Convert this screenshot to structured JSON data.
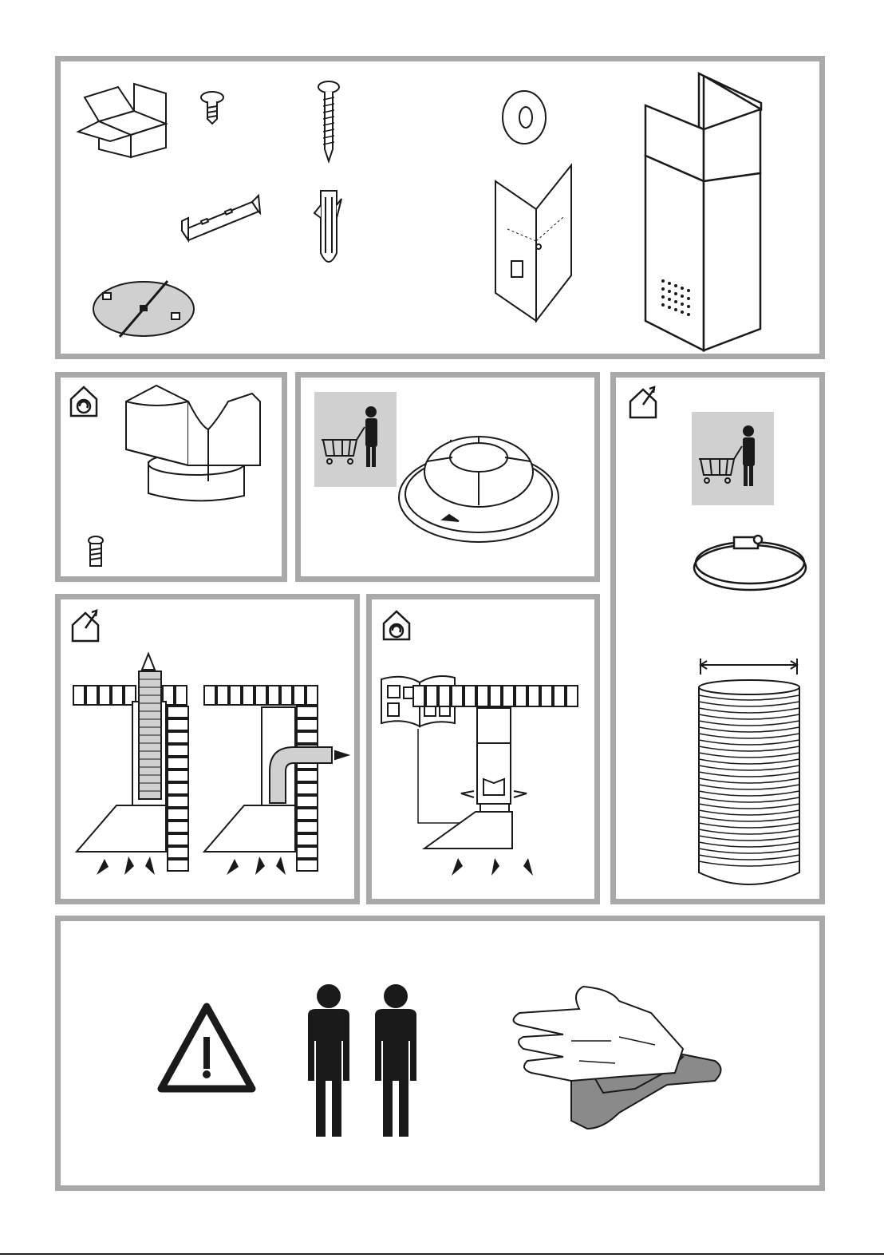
{
  "document": {
    "kind": "installation-pictogram-sheet",
    "has_visible_text": false
  },
  "panels": [
    {
      "id": "package-contents",
      "icons": [
        "box-icon",
        "screw-icon",
        "long-screw-icon",
        "washer-icon",
        "bracket-icon",
        "wall-plug-icon",
        "template-sheet-icon",
        "chimney-icon",
        "disc-plate-icon"
      ]
    },
    {
      "id": "recirculation-adapter",
      "icons": [
        "recirculation-house-icon",
        "deflector-icon",
        "screw-icon"
      ]
    },
    {
      "id": "carbon-filter",
      "icons": [
        "shopping-cart-person-icon",
        "carbon-filter-icon"
      ]
    },
    {
      "id": "ducting-accessories",
      "icons": [
        "exhaust-house-icon",
        "shopping-cart-person-icon",
        "hose-clamp-icon",
        "flexible-duct-icon"
      ]
    },
    {
      "id": "ducted-mode",
      "icons": [
        "exhaust-house-icon",
        "ducted-vertical-diagram",
        "ducted-side-diagram"
      ]
    },
    {
      "id": "recirculation-mode",
      "icons": [
        "recirculation-house-icon",
        "manual-icon",
        "recirculation-diagram"
      ]
    },
    {
      "id": "safety",
      "icons": [
        "warning-icon",
        "two-persons-icon",
        "gloves-icon"
      ]
    }
  ],
  "colors": {
    "frame": "#a9a9a9",
    "line": "#1a1a1a",
    "shade": "#d0d0d0",
    "glove_dark": "#8a8a8a"
  }
}
